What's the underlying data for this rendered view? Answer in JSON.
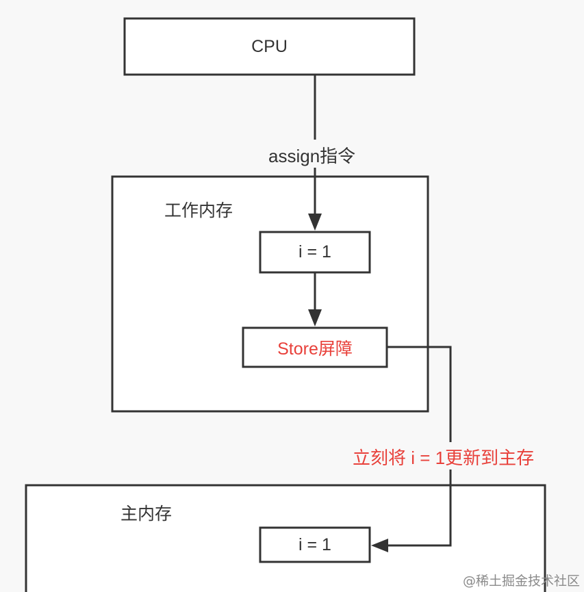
{
  "nodes": {
    "cpu": "CPU",
    "working_memory_title": "工作内存",
    "working_value": "i = 1",
    "store_barrier": "Store屏障",
    "main_memory_title": "主内存",
    "main_value": "i = 1"
  },
  "edges": {
    "assign_label": "assign指令",
    "flush_label": "立刻将 i = 1更新到主存"
  },
  "watermark": "@稀土掘金技术社区",
  "colors": {
    "stroke": "#333333",
    "highlight": "#e8403a",
    "background": "#f8f8f8"
  }
}
